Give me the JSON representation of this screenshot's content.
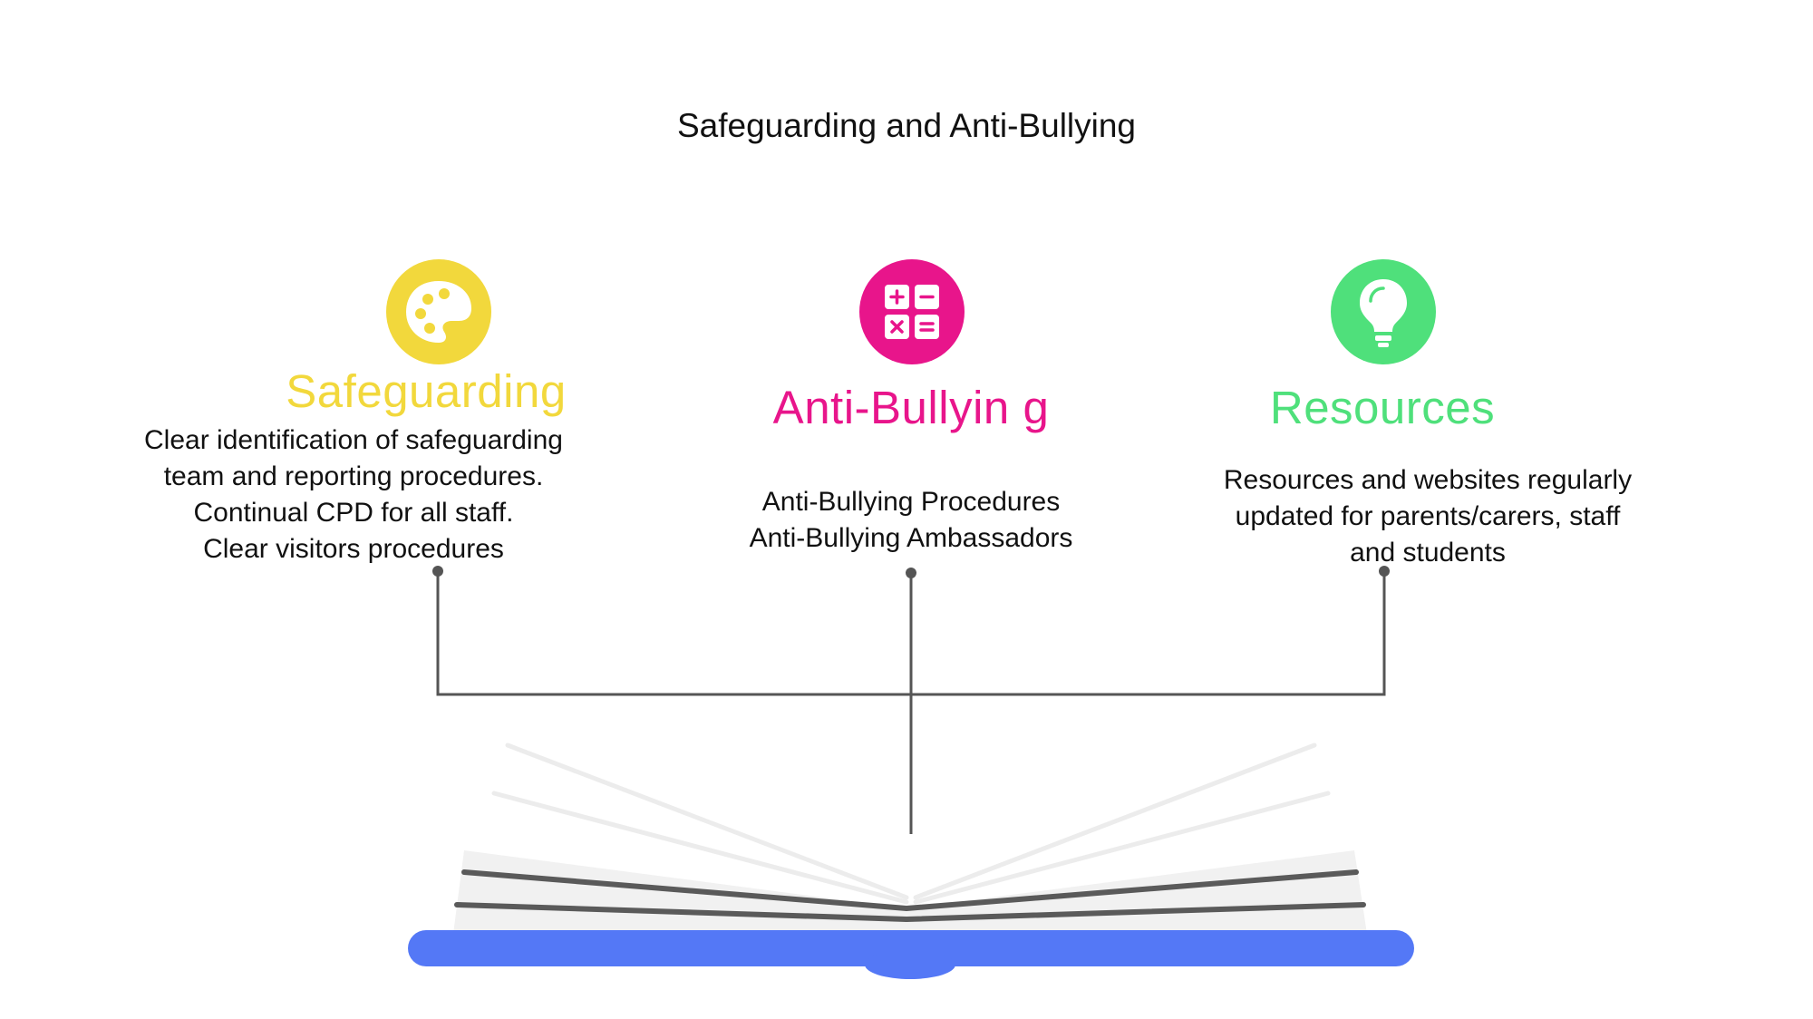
{
  "title": "Safeguarding and Anti-Bullying",
  "colors": {
    "safeguarding": "#f2d83c",
    "anti_bullying": "#e8158b",
    "resources": "#4fe07b",
    "connector": "#555555",
    "book_cover": "#5478f6"
  },
  "sections": [
    {
      "icon": "palette-icon",
      "heading": "Safeguarding",
      "lines": [
        "Clear identification of safeguarding",
        "team and reporting procedures.",
        "Continual CPD for all staff.",
        "Clear visitors procedures"
      ]
    },
    {
      "icon": "calculator-icon",
      "heading": "Anti-Bullyin g",
      "lines": [
        "Anti-Bullying Procedures",
        "Anti-Bullying Ambassadors"
      ]
    },
    {
      "icon": "lightbulb-icon",
      "heading": "Resources",
      "lines": [
        "Resources and websites regularly",
        "updated for parents/carers, staff",
        "and students"
      ]
    }
  ]
}
